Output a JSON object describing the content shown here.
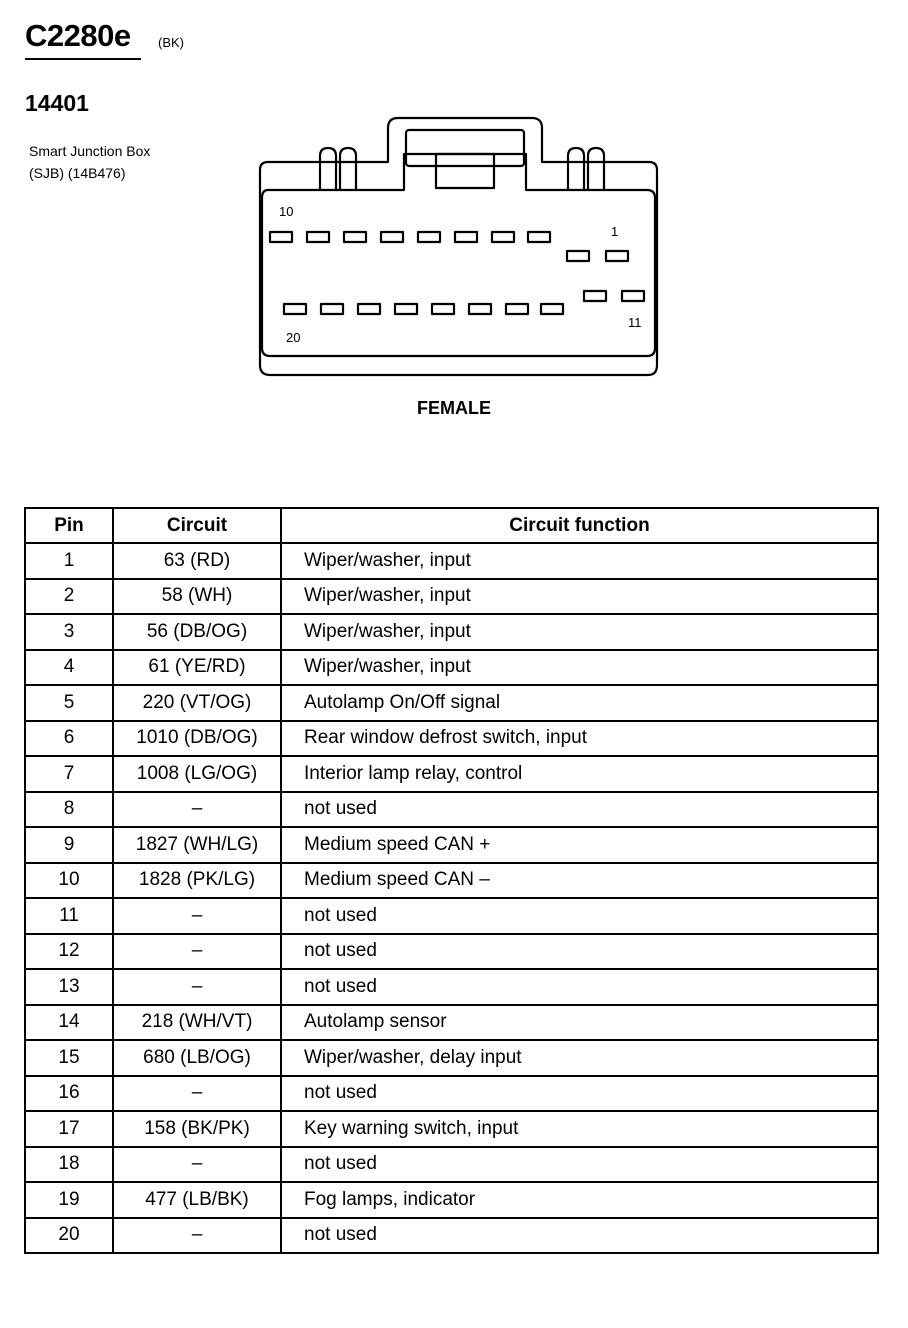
{
  "header": {
    "connector_id": "C2280e",
    "connector_color": "(BK)",
    "part_number": "14401",
    "description_line1": "Smart Junction Box",
    "description_line2": "(SJB) (14B476)"
  },
  "connector": {
    "gender": "FEMALE",
    "pin_labels": {
      "top_left": "10",
      "top_right": "1",
      "bottom_left": "20",
      "bottom_right": "11"
    }
  },
  "table": {
    "headers": {
      "pin": "Pin",
      "circuit": "Circuit",
      "function": "Circuit function"
    },
    "rows": [
      {
        "pin": "1",
        "circuit": "63 (RD)",
        "function": "Wiper/washer, input"
      },
      {
        "pin": "2",
        "circuit": "58 (WH)",
        "function": "Wiper/washer, input"
      },
      {
        "pin": "3",
        "circuit": "56 (DB/OG)",
        "function": "Wiper/washer, input"
      },
      {
        "pin": "4",
        "circuit": "61 (YE/RD)",
        "function": "Wiper/washer, input"
      },
      {
        "pin": "5",
        "circuit": "220 (VT/OG)",
        "function": "Autolamp On/Off signal"
      },
      {
        "pin": "6",
        "circuit": "1010 (DB/OG)",
        "function": "Rear window defrost switch, input"
      },
      {
        "pin": "7",
        "circuit": "1008 (LG/OG)",
        "function": "Interior lamp relay, control"
      },
      {
        "pin": "8",
        "circuit": "–",
        "function": "not used"
      },
      {
        "pin": "9",
        "circuit": "1827 (WH/LG)",
        "function": "Medium speed CAN +"
      },
      {
        "pin": "10",
        "circuit": "1828 (PK/LG)",
        "function": "Medium speed CAN –"
      },
      {
        "pin": "11",
        "circuit": "–",
        "function": "not used"
      },
      {
        "pin": "12",
        "circuit": "–",
        "function": "not used"
      },
      {
        "pin": "13",
        "circuit": "–",
        "function": "not used"
      },
      {
        "pin": "14",
        "circuit": "218 (WH/VT)",
        "function": "Autolamp sensor"
      },
      {
        "pin": "15",
        "circuit": "680 (LB/OG)",
        "function": "Wiper/washer, delay input"
      },
      {
        "pin": "16",
        "circuit": "–",
        "function": "not used"
      },
      {
        "pin": "17",
        "circuit": "158 (BK/PK)",
        "function": "Key warning switch, input"
      },
      {
        "pin": "18",
        "circuit": "–",
        "function": "not used"
      },
      {
        "pin": "19",
        "circuit": "477 (LB/BK)",
        "function": "Fog lamps, indicator"
      },
      {
        "pin": "20",
        "circuit": "–",
        "function": "not used"
      }
    ]
  }
}
